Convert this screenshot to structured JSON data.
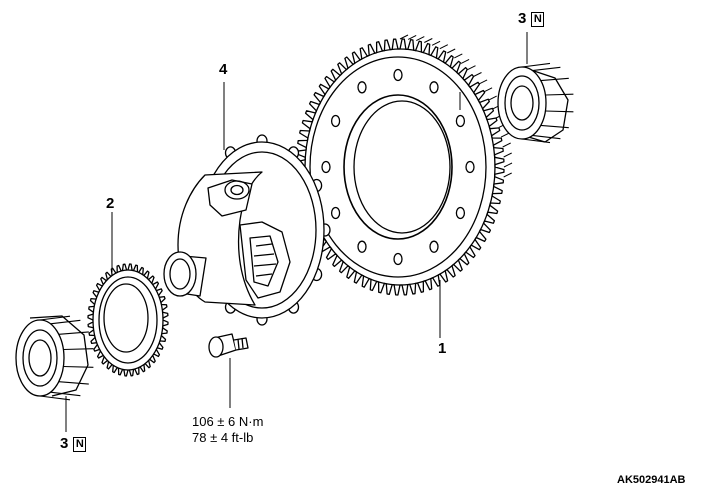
{
  "callouts": {
    "part1": "1",
    "part2": "2",
    "part3_top": "3",
    "part3_bottom": "3",
    "part4": "4",
    "new_part_marker": "N"
  },
  "torque": {
    "metric": "106 ± 6 N·m",
    "imperial": "78 ± 4 ft-lb"
  },
  "figure_code": "AK502941AB"
}
